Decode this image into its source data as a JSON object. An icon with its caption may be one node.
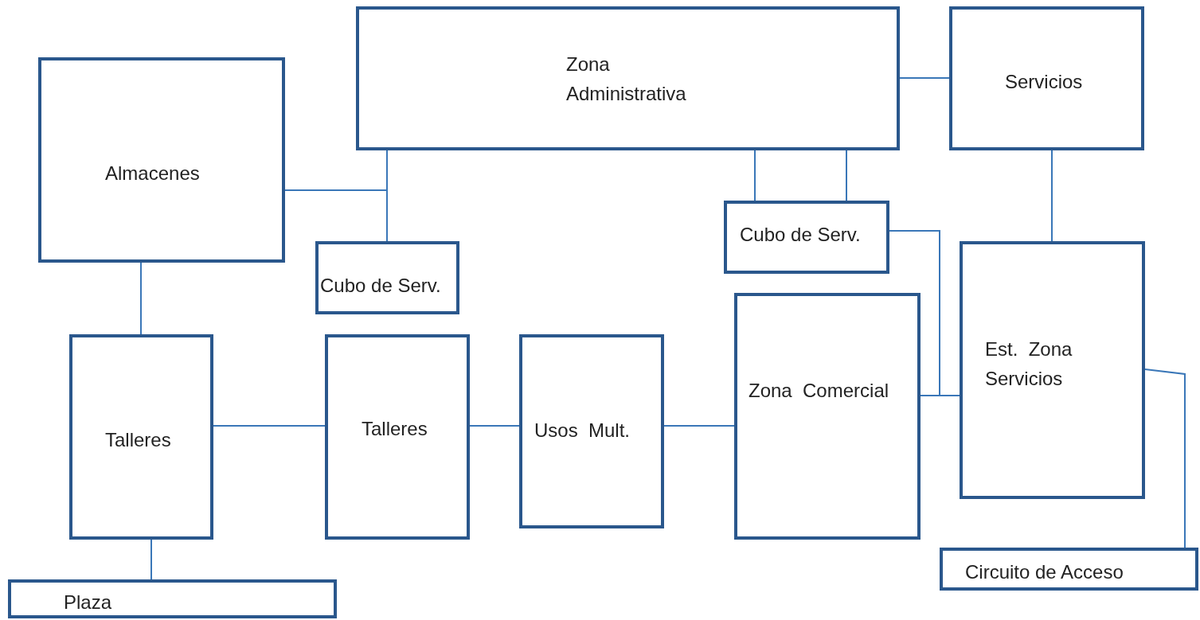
{
  "diagram": {
    "nodes": [
      {
        "text": [
          "Zona Administrativa"
        ]
      },
      {
        "text": [
          "Servicios"
        ]
      },
      {
        "text": [
          "Almacenes"
        ]
      },
      {
        "text": [
          "Cubo de Serv."
        ]
      },
      {
        "text": [
          "Cubo de Serv."
        ]
      },
      {
        "text": [
          "Est.  Zona Servicios"
        ]
      },
      {
        "text": [
          "Zona  Comercial"
        ]
      },
      {
        "text": [
          "Talleres"
        ]
      },
      {
        "text": [
          "Talleres"
        ]
      },
      {
        "text": [
          "Usos  Mult."
        ]
      },
      {
        "text": [
          "Circuito de Acceso"
        ]
      },
      {
        "text": [
          "Plaza"
        ]
      }
    ],
    "edges": [
      {
        "from": 0,
        "to": 1,
        "arrow": "none"
      },
      {
        "from": 0,
        "to": 4,
        "arrow": "none"
      },
      {
        "from": 2,
        "to": 0,
        "arrow": "none"
      },
      {
        "from": 2,
        "to": 4,
        "arrow": "none"
      },
      {
        "from": 0,
        "to": 3,
        "arrow": "none"
      },
      {
        "from": 0,
        "to": 3,
        "arrow": "none"
      },
      {
        "from": 1,
        "to": 5,
        "arrow": "none"
      },
      {
        "from": 3,
        "to": 6,
        "arrow": "none"
      },
      {
        "from": 3,
        "to": 5,
        "arrow": "none"
      },
      {
        "from": 6,
        "to": 5,
        "arrow": "none"
      },
      {
        "from": 5,
        "to": 10,
        "arrow": "none"
      },
      {
        "from": 2,
        "to": 7,
        "arrow": "none"
      },
      {
        "from": 7,
        "to": 11,
        "arrow": "none"
      },
      {
        "from": 7,
        "to": 8,
        "arrow": "none"
      },
      {
        "from": 8,
        "to": 9,
        "arrow": "none"
      },
      {
        "from": 9,
        "to": 6,
        "arrow": "none"
      }
    ]
  }
}
